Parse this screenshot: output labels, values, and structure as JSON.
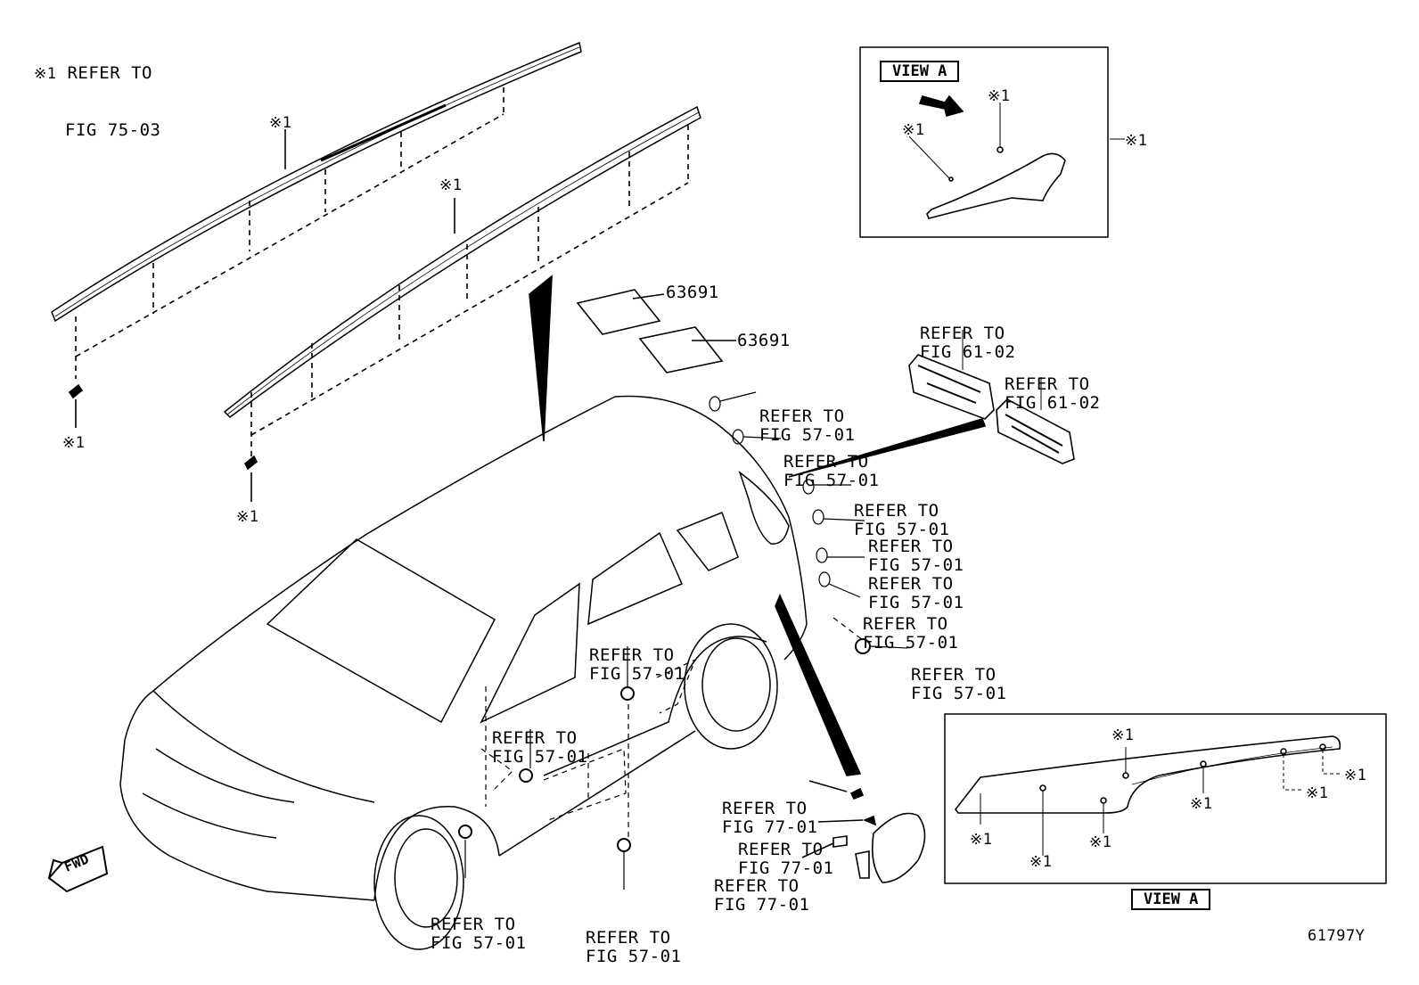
{
  "refer_prefix": "※1",
  "top_note": {
    "symbol": "※1",
    "line1": "REFER TO",
    "line2": "FIG 75-03"
  },
  "mark": "※1",
  "part_numbers": [
    "63691",
    "63691"
  ],
  "view_a_label": "VIEW A",
  "refs": {
    "fig_61_02_a": {
      "line1": "REFER TO",
      "line2": "FIG 61-02"
    },
    "fig_61_02_b": {
      "line1": "REFER TO",
      "line2": "FIG 61-02"
    },
    "fig_57_01_1": {
      "line1": "REFER TO",
      "line2": "FIG 57-01"
    },
    "fig_57_01_2": {
      "line1": "REFER TO",
      "line2": "FIG 57-01"
    },
    "fig_57_01_3": {
      "line1": "REFER TO",
      "line2": "FIG 57-01"
    },
    "fig_57_01_4": {
      "line1": "REFER TO",
      "line2": "FIG 57-01"
    },
    "fig_57_01_5": {
      "line1": "REFER TO",
      "line2": "FIG 57-01"
    },
    "fig_57_01_6": {
      "line1": "REFER TO",
      "line2": "FIG 57-01"
    },
    "fig_57_01_7": {
      "line1": "REFER TO",
      "line2": "FIG 57-01"
    },
    "fig_57_01_8": {
      "line1": "REFER TO",
      "line2": "FIG 57-01"
    },
    "fig_57_01_9": {
      "line1": "REFER TO",
      "line2": "FIG 57-01"
    },
    "fig_57_01_10": {
      "line1": "REFER TO",
      "line2": "FIG 57-01"
    },
    "fig_57_01_11": {
      "line1": "REFER TO",
      "line2": "FIG 57-01"
    },
    "fig_77_01_1": {
      "line1": "REFER TO",
      "line2": "FIG 77-01"
    },
    "fig_77_01_2": {
      "line1": "REFER TO",
      "line2": "FIG 77-01"
    },
    "fig_77_01_3": {
      "line1": "REFER TO",
      "line2": "FIG 77-01"
    }
  },
  "fwd_label": "FWD",
  "figure_number": "61797Y"
}
